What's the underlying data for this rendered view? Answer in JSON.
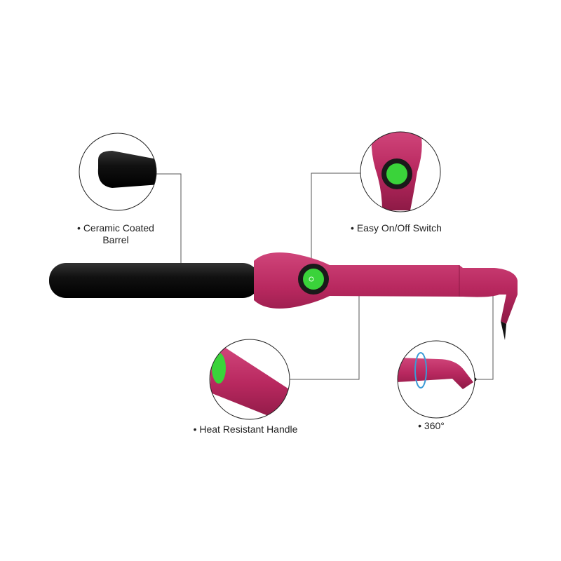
{
  "features": [
    {
      "label": "• Ceramic Coated",
      "label2": "Barrel"
    },
    {
      "label": "• Easy On/Off Switch"
    },
    {
      "label": "• Heat Resistant Handle"
    },
    {
      "label": "• 360°"
    }
  ],
  "colors": {
    "handle": "#b8285f",
    "barrel": "#111111",
    "switch": "#3ad33a",
    "line": "#555555"
  }
}
